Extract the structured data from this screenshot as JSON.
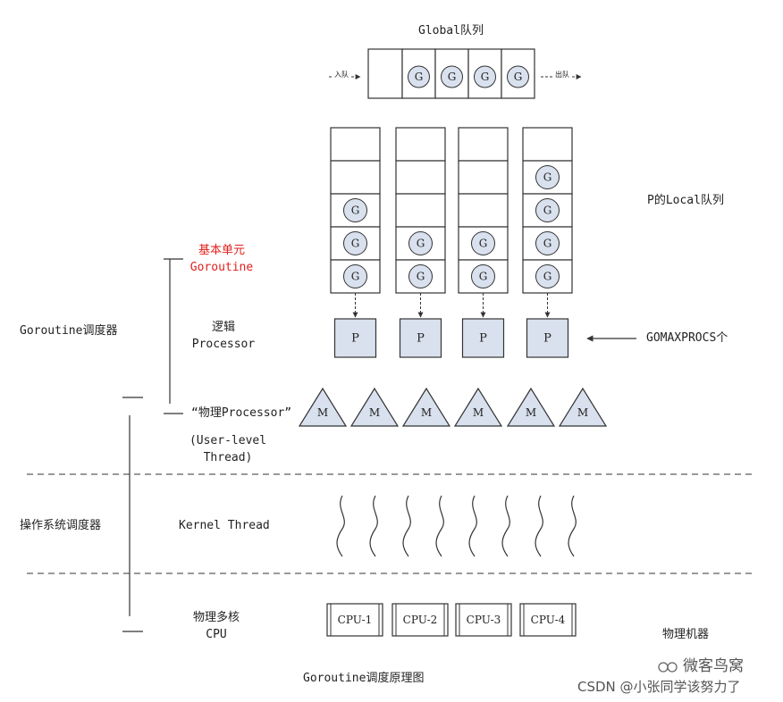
{
  "global_queue": {
    "title": "Global队列",
    "enqueue_label": "入队",
    "dequeue_label": "出队",
    "goroutines": [
      "G",
      "G",
      "G",
      "G"
    ]
  },
  "local_queue": {
    "label": "P的Local队列",
    "columns": [
      {
        "goroutine_count": 3
      },
      {
        "goroutine_count": 2
      },
      {
        "goroutine_count": 2
      },
      {
        "goroutine_count": 4
      }
    ],
    "goroutine_symbol": "G"
  },
  "processors": {
    "symbol": "P",
    "count": 4,
    "gomaxprocs_label": "GOMAXPROCS个"
  },
  "machines": {
    "symbol": "M",
    "count": 6
  },
  "left_labels": {
    "goroutine_scheduler": "Goroutine调度器",
    "os_scheduler": "操作系统调度器",
    "basic_unit_line1": "基本单元",
    "basic_unit_line2": "Goroutine",
    "logical_line1": "逻辑",
    "logical_line2": "Processor",
    "physical_processor": "“物理Processor”",
    "user_level_line1": "(User-level",
    "user_level_line2": "Thread)",
    "kernel_thread": "Kernel Thread",
    "multicore_line1": "物理多核",
    "multicore_line2": "CPU"
  },
  "cpus": [
    "CPU-1",
    "CPU-2",
    "CPU-3",
    "CPU-4"
  ],
  "kernel_thread_count": 8,
  "physical_machine": "物理机器",
  "caption": "Goroutine调度原理图",
  "watermark": {
    "wechat": "微客鸟窝",
    "csdn": "CSDN @小张同学该努力了"
  },
  "colors": {
    "goroutine_fill": "#d9e1ee",
    "processor_fill": "#d9e1ee",
    "machine_fill": "#d9e1ee",
    "highlight_red": "#e0211c",
    "line": "#333333"
  }
}
